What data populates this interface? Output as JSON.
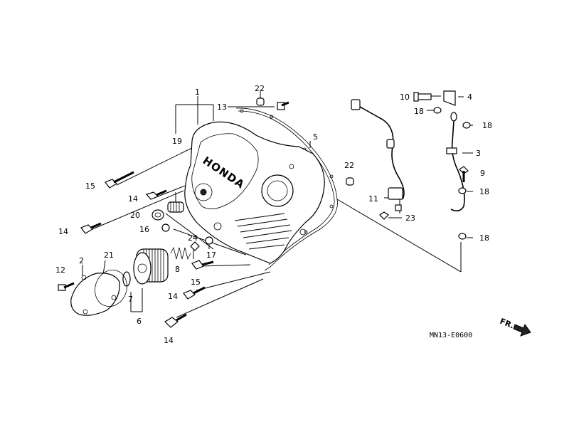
{
  "diagram": {
    "code": "MN13-E0600",
    "direction_label": "FR.",
    "callouts": {
      "c1": "1",
      "c2": "2",
      "c3": "3",
      "c4": "4",
      "c5": "5",
      "c6": "6",
      "c7": "7",
      "c8": "8",
      "c9": "9",
      "c10": "10",
      "c11": "11",
      "c12": "12",
      "c13": "13",
      "c14a": "14",
      "c14b": "14",
      "c14c": "14",
      "c14d": "14",
      "c15a": "15",
      "c15b": "15",
      "c16": "16",
      "c17": "17",
      "c18a": "18",
      "c18b": "18",
      "c18c": "18",
      "c18d": "18",
      "c19": "19",
      "c20": "20",
      "c21": "21",
      "c22a": "22",
      "c22b": "22",
      "c23": "23",
      "c24": "24"
    },
    "cover_logo": "HONDA"
  }
}
